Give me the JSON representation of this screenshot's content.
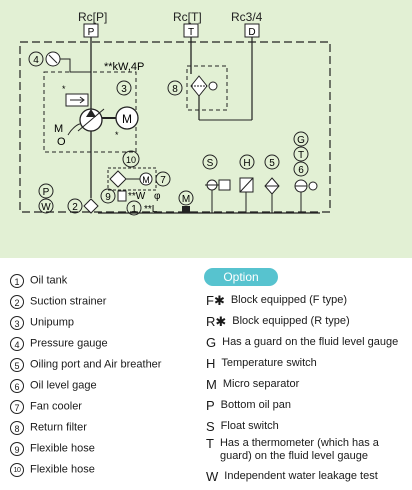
{
  "ports": {
    "p_label": "Rc[P]",
    "p_box": "P",
    "t_label": "Rc[T]",
    "t_box": "T",
    "d_label": "Rc3/4",
    "d_box": "D"
  },
  "diagram_labels": {
    "kw": "**kW,4P",
    "motor": "M",
    "m_small": "M",
    "w_flow": "**W",
    "l_vol": "**L",
    "p_letter": "P",
    "w_letter": "W",
    "s_letter": "S",
    "h_letter": "H",
    "m_letter": "M",
    "g_letter": "G",
    "t_letter": "T",
    "callout_1": "1",
    "callout_2": "2",
    "callout_3": "3",
    "callout_4": "4",
    "callout_5": "5",
    "callout_6": "6",
    "callout_7": "7",
    "callout_8": "8",
    "callout_9": "9",
    "callout_10": "10"
  },
  "legend": [
    {
      "num": "1",
      "label": "Oil tank"
    },
    {
      "num": "2",
      "label": "Suction strainer"
    },
    {
      "num": "3",
      "label": "Unipump"
    },
    {
      "num": "4",
      "label": "Pressure gauge"
    },
    {
      "num": "5",
      "label": "Oiling port and Air breather"
    },
    {
      "num": "6",
      "label": "Oil level gage"
    },
    {
      "num": "7",
      "label": "Fan cooler"
    },
    {
      "num": "8",
      "label": "Return filter"
    },
    {
      "num": "9",
      "label": "Flexible hose"
    },
    {
      "num": "10",
      "label": "Flexible hose"
    }
  ],
  "option_title": "Option",
  "options": [
    {
      "code": "F✱",
      "desc": "Block equipped (F type)"
    },
    {
      "code": "R✱",
      "desc": "Block equipped (R type)"
    },
    {
      "code": "G",
      "desc": "Has a guard on the fluid level gauge"
    },
    {
      "code": "H",
      "desc": "Temperature switch"
    },
    {
      "code": "M",
      "desc": "Micro separator"
    },
    {
      "code": "P",
      "desc": "Bottom oil pan"
    },
    {
      "code": "S",
      "desc": "Float switch"
    },
    {
      "code": "T",
      "desc": "Has a thermometer (which has a guard) on the fluid level gauge"
    },
    {
      "code": "W",
      "desc": "Independent water leakage test"
    }
  ],
  "colors": {
    "panel": "#e2f0d4",
    "option_pill": "#57c3cf"
  }
}
